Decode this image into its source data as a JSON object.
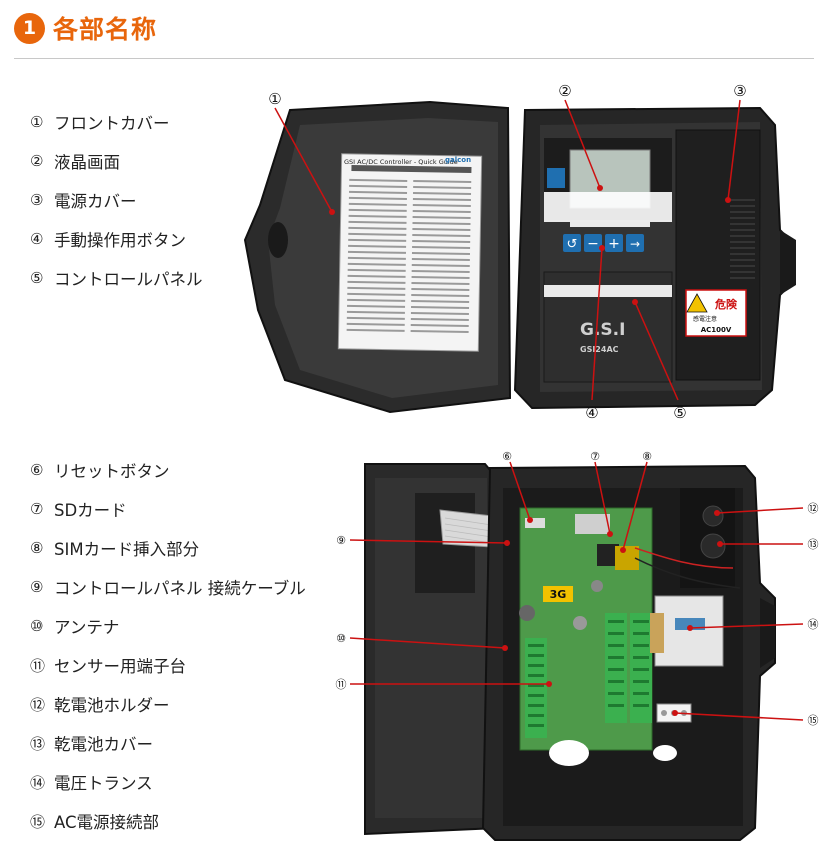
{
  "header": {
    "badge": "1",
    "title": "各部名称"
  },
  "parts_top": [
    {
      "num": "①",
      "label": "フロントカバー"
    },
    {
      "num": "②",
      "label": "液晶画面"
    },
    {
      "num": "③",
      "label": "電源カバー"
    },
    {
      "num": "④",
      "label": "手動操作用ボタン"
    },
    {
      "num": "⑤",
      "label": "コントロールパネル"
    }
  ],
  "parts_bottom": [
    {
      "num": "⑥",
      "label": "リセットボタン"
    },
    {
      "num": "⑦",
      "label": "SDカード"
    },
    {
      "num": "⑧",
      "label": "SIMカード挿入部分"
    },
    {
      "num": "⑨",
      "label": "コントロールパネル 接続ケーブル"
    },
    {
      "num": "⑩",
      "label": "アンテナ"
    },
    {
      "num": "⑪",
      "label": "センサー用端子台"
    },
    {
      "num": "⑫",
      "label": "乾電池ホルダー"
    },
    {
      "num": "⑬",
      "label": "乾電池カバー"
    },
    {
      "num": "⑭",
      "label": "電圧トランス"
    },
    {
      "num": "⑮",
      "label": "AC電源接続部"
    }
  ],
  "photo_top": {
    "guide_title": "GSI AC/DC Controller - Quick Guide",
    "guide_brand": "galcon",
    "brand": "G.S.I",
    "model": "GSI24AC",
    "warning_big": "危険",
    "warning_small": "感電注意",
    "warning_voltage": "AC100V",
    "callouts": [
      "①",
      "②",
      "③",
      "④",
      "⑤"
    ]
  },
  "photo_bottom": {
    "board_label": "3G",
    "callouts": [
      "⑥",
      "⑦",
      "⑧",
      "⑨",
      "⑩",
      "⑪",
      "⑫",
      "⑬",
      "⑭",
      "⑮"
    ]
  },
  "colors": {
    "accent": "#e8660c",
    "callout_line": "#cc1111",
    "case": "#2a2a2a",
    "pcb": "#4e9a4a"
  }
}
